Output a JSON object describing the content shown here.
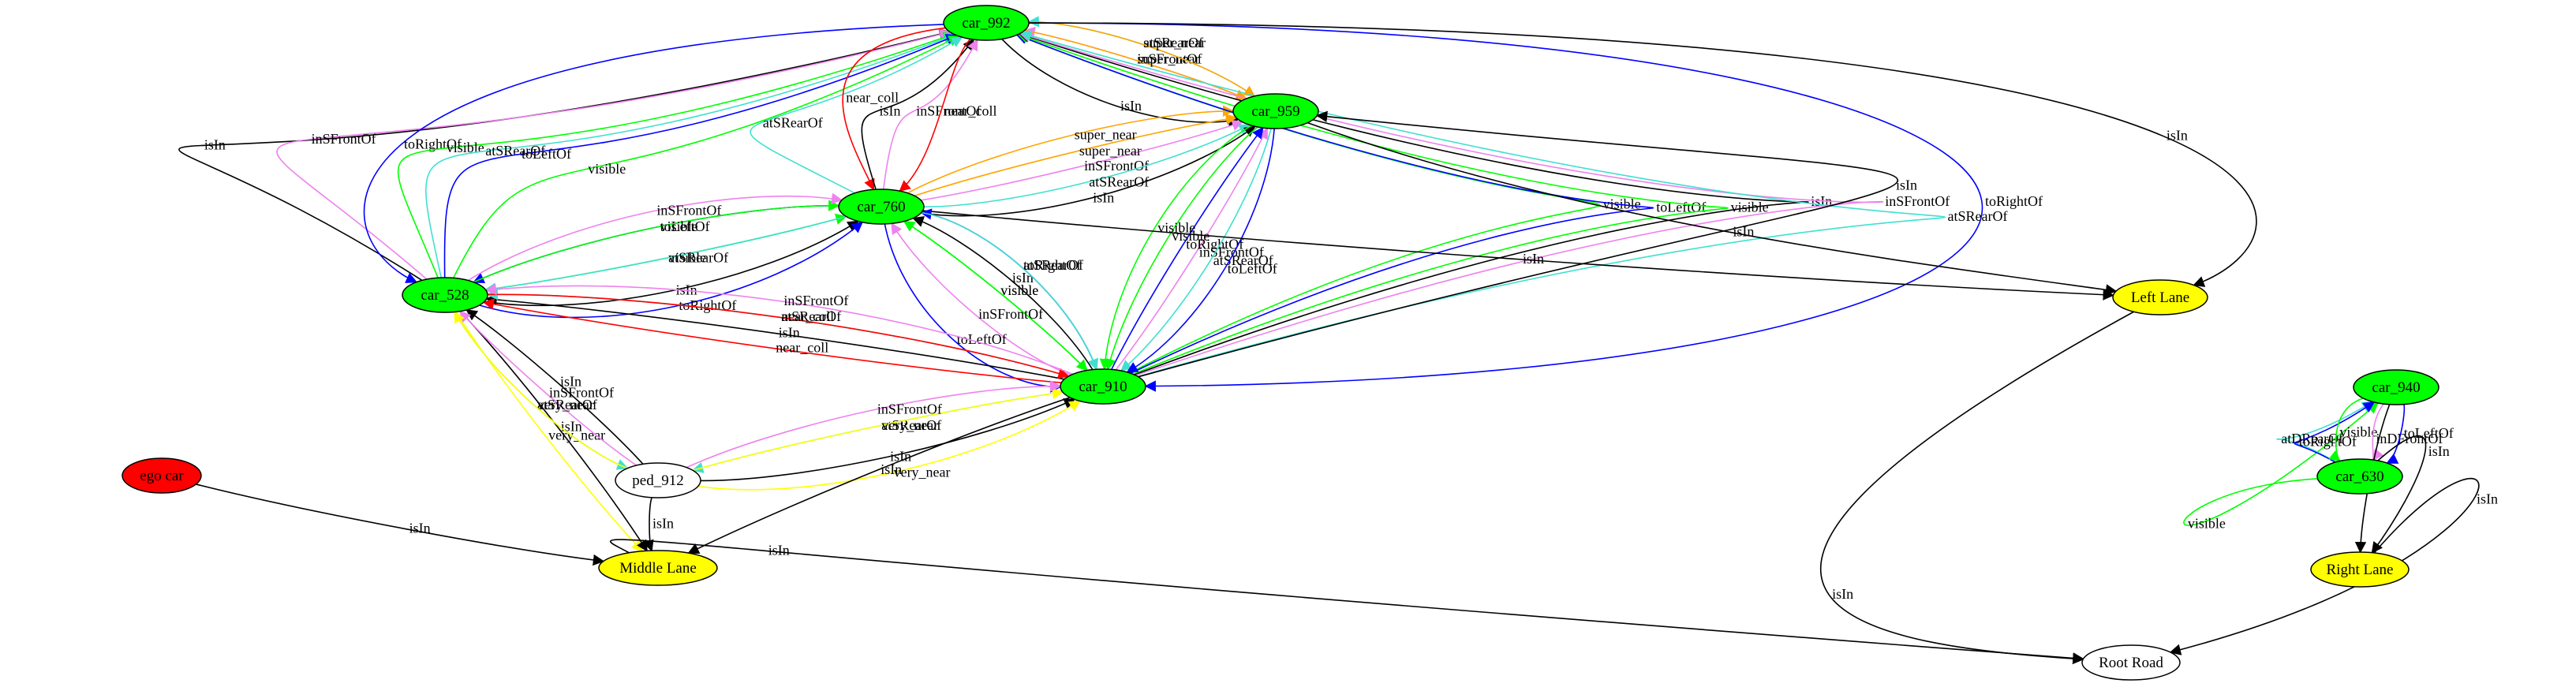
{
  "nodes": [
    {
      "id": "car_992",
      "label": "car_992",
      "fill": "#00ff00"
    },
    {
      "id": "car_959",
      "label": "car_959",
      "fill": "#00ff00"
    },
    {
      "id": "car_760",
      "label": "car_760",
      "fill": "#00ff00"
    },
    {
      "id": "car_528",
      "label": "car_528",
      "fill": "#00ff00"
    },
    {
      "id": "car_910",
      "label": "car_910",
      "fill": "#00ff00"
    },
    {
      "id": "car_940",
      "label": "car_940",
      "fill": "#00ff00"
    },
    {
      "id": "car_630",
      "label": "car_630",
      "fill": "#00ff00"
    },
    {
      "id": "ped_912",
      "label": "ped_912",
      "fill": "#ffffff"
    },
    {
      "id": "ego_car",
      "label": "ego car",
      "fill": "#ff0000"
    },
    {
      "id": "left_lane",
      "label": "Left Lane",
      "fill": "#ffff00"
    },
    {
      "id": "middle_lane",
      "label": "Middle Lane",
      "fill": "#ffff00"
    },
    {
      "id": "right_lane",
      "label": "Right Lane",
      "fill": "#ffff00"
    },
    {
      "id": "root_road",
      "label": "Root Road",
      "fill": "#ffffff"
    }
  ],
  "edges": [
    {
      "from": "car_528",
      "to": "car_992",
      "label": "isIn",
      "color": "#000000"
    },
    {
      "from": "car_528",
      "to": "car_992",
      "label": "inSFrontOf",
      "color": "#ee82ee"
    },
    {
      "from": "car_992",
      "to": "car_528",
      "label": "toRightOf",
      "color": "#0000ff"
    },
    {
      "from": "car_528",
      "to": "car_992",
      "label": "visible",
      "color": "#00ff00"
    },
    {
      "from": "car_528",
      "to": "car_992",
      "label": "atSRearOf",
      "color": "#40e0d0"
    },
    {
      "from": "car_528",
      "to": "car_992",
      "label": "toLeftOf",
      "color": "#0000ff"
    },
    {
      "from": "car_528",
      "to": "car_992",
      "label": "visible",
      "color": "#00ff00"
    },
    {
      "from": "car_760",
      "to": "car_992",
      "label": "atSRearOf",
      "color": "#40e0d0"
    },
    {
      "from": "car_992",
      "to": "car_760",
      "label": "near_coll",
      "color": "#ff0000"
    },
    {
      "from": "car_760",
      "to": "car_992",
      "label": "isIn",
      "color": "#000000"
    },
    {
      "from": "car_760",
      "to": "car_992",
      "label": "inSFrontOf",
      "color": "#ee82ee"
    },
    {
      "from": "car_992",
      "to": "car_760",
      "label": "near_coll",
      "color": "#ff0000"
    },
    {
      "from": "car_959",
      "to": "car_992",
      "label": "inSFrontOf",
      "color": "#ee82ee"
    },
    {
      "from": "car_992",
      "to": "car_959",
      "label": "super_near",
      "color": "#ffa500"
    },
    {
      "from": "car_959",
      "to": "car_992",
      "label": "atSRearOf",
      "color": "#40e0d0"
    },
    {
      "from": "car_992",
      "to": "car_959",
      "label": "super_near",
      "color": "#ffa500"
    },
    {
      "from": "car_992",
      "to": "car_959",
      "label": "isIn",
      "color": "#000000"
    },
    {
      "from": "car_760",
      "to": "car_959",
      "label": "inSFrontOf",
      "color": "#ee82ee"
    },
    {
      "from": "car_760",
      "to": "car_959",
      "label": "super_near",
      "color": "#ffa500"
    },
    {
      "from": "car_760",
      "to": "car_959",
      "label": "atSRearOf",
      "color": "#40e0d0"
    },
    {
      "from": "car_760",
      "to": "car_959",
      "label": "super_near",
      "color": "#ffa500"
    },
    {
      "from": "car_760",
      "to": "car_959",
      "label": "isIn",
      "color": "#000000"
    },
    {
      "from": "car_528",
      "to": "car_760",
      "label": "visible",
      "color": "#00ff00"
    },
    {
      "from": "car_760",
      "to": "car_528",
      "label": "atSRearOf",
      "color": "#40e0d0"
    },
    {
      "from": "car_760",
      "to": "car_528",
      "label": "toLeftOf",
      "color": "#0000ff"
    },
    {
      "from": "car_528",
      "to": "car_760",
      "label": "visible",
      "color": "#00ff00"
    },
    {
      "from": "car_528",
      "to": "car_760",
      "label": "isIn",
      "color": "#000000"
    },
    {
      "from": "car_528",
      "to": "car_760",
      "label": "inSFrontOf",
      "color": "#ee82ee"
    },
    {
      "from": "car_528",
      "to": "car_760",
      "label": "toRightOf",
      "color": "#0000ff"
    },
    {
      "from": "car_910",
      "to": "car_992",
      "label": "visible",
      "color": "#00ff00"
    },
    {
      "from": "car_910",
      "to": "car_992",
      "label": "toLeftOf",
      "color": "#0000ff"
    },
    {
      "from": "car_910",
      "to": "car_992",
      "label": "visible",
      "color": "#00ff00"
    },
    {
      "from": "car_910",
      "to": "car_992",
      "label": "isIn",
      "color": "#000000"
    },
    {
      "from": "car_910",
      "to": "car_992",
      "label": "inSFrontOf",
      "color": "#ee82ee"
    },
    {
      "from": "car_992",
      "to": "car_910",
      "label": "toRightOf",
      "color": "#0000ff"
    },
    {
      "from": "car_992",
      "to": "left_lane",
      "label": "isIn",
      "color": "#000000"
    },
    {
      "from": "car_910",
      "to": "car_992",
      "label": "atSRearOf",
      "color": "#40e0d0"
    },
    {
      "from": "car_910",
      "to": "car_959",
      "label": "inSFrontOf",
      "color": "#ee82ee"
    },
    {
      "from": "car_910",
      "to": "car_959",
      "label": "toRightOf",
      "color": "#0000ff"
    },
    {
      "from": "car_959",
      "to": "car_910",
      "label": "visible",
      "color": "#00ff00"
    },
    {
      "from": "car_959",
      "to": "car_910",
      "label": "atSRearOf",
      "color": "#40e0d0"
    },
    {
      "from": "car_959",
      "to": "car_910",
      "label": "visible",
      "color": "#00ff00"
    },
    {
      "from": "car_959",
      "to": "car_910",
      "label": "toLeftOf",
      "color": "#0000ff"
    },
    {
      "from": "car_910",
      "to": "car_959",
      "label": "isIn",
      "color": "#000000"
    },
    {
      "from": "car_959",
      "to": "left_lane",
      "label": "isIn",
      "color": "#000000"
    },
    {
      "from": "car_760",
      "to": "left_lane",
      "label": "isIn",
      "color": "#000000"
    },
    {
      "from": "car_910",
      "to": "car_760",
      "label": "visible",
      "color": "#00ff00"
    },
    {
      "from": "car_760",
      "to": "car_910",
      "label": "visible",
      "color": "#00ff00"
    },
    {
      "from": "car_910",
      "to": "car_760",
      "label": "isIn",
      "color": "#000000"
    },
    {
      "from": "car_910",
      "to": "car_760",
      "label": "inSFrontOf",
      "color": "#ee82ee"
    },
    {
      "from": "car_910",
      "to": "car_760",
      "label": "toRightOf",
      "color": "#0000ff"
    },
    {
      "from": "car_760",
      "to": "car_910",
      "label": "atSRearOf",
      "color": "#40e0d0"
    },
    {
      "from": "car_760",
      "to": "car_910",
      "label": "toLeftOf",
      "color": "#0000ff"
    },
    {
      "from": "car_910",
      "to": "car_528",
      "label": "isIn",
      "color": "#000000"
    },
    {
      "from": "car_910",
      "to": "car_528",
      "label": "near_coll",
      "color": "#ff0000"
    },
    {
      "from": "car_910",
      "to": "car_528",
      "label": "atSRearOf",
      "color": "#40e0d0"
    },
    {
      "from": "car_528",
      "to": "car_910",
      "label": "near_coll",
      "color": "#ff0000"
    },
    {
      "from": "car_910",
      "to": "car_528",
      "label": "inSFrontOf",
      "color": "#ee82ee"
    },
    {
      "from": "car_528",
      "to": "middle_lane",
      "label": "very_near",
      "color": "#ffff00"
    },
    {
      "from": "car_528",
      "to": "middle_lane",
      "label": "isIn",
      "color": "#000000"
    },
    {
      "from": "ped_912",
      "to": "car_528",
      "label": "isIn",
      "color": "#000000"
    },
    {
      "from": "ped_912",
      "to": "car_528",
      "label": "inSFrontOf",
      "color": "#ee82ee"
    },
    {
      "from": "car_528",
      "to": "ped_912",
      "label": "atSRearOf",
      "color": "#40e0d0"
    },
    {
      "from": "ped_912",
      "to": "car_528",
      "label": "very_near",
      "color": "#ffff00"
    },
    {
      "from": "car_910",
      "to": "ped_912",
      "label": "atSRearOf",
      "color": "#40e0d0"
    },
    {
      "from": "ped_912",
      "to": "car_910",
      "label": "very_near",
      "color": "#ffff00"
    },
    {
      "from": "ped_912",
      "to": "car_910",
      "label": "isIn",
      "color": "#000000"
    },
    {
      "from": "ped_912",
      "to": "car_910",
      "label": "inSFrontOf",
      "color": "#ee82ee"
    },
    {
      "from": "ped_912",
      "to": "car_910",
      "label": "very_near",
      "color": "#ffff00"
    },
    {
      "from": "car_910",
      "to": "middle_lane",
      "label": "isIn",
      "color": "#000000"
    },
    {
      "from": "ped_912",
      "to": "middle_lane",
      "label": "isIn",
      "color": "#000000"
    },
    {
      "from": "ego_car",
      "to": "middle_lane",
      "label": "isIn",
      "color": "#000000"
    },
    {
      "from": "middle_lane",
      "to": "root_road",
      "label": "isIn",
      "color": "#000000"
    },
    {
      "from": "left_lane",
      "to": "root_road",
      "label": "isIn",
      "color": "#000000"
    },
    {
      "from": "car_630",
      "to": "car_940",
      "label": "visible",
      "color": "#00ff00"
    },
    {
      "from": "car_630",
      "to": "car_940",
      "label": "atDRearOf",
      "color": "#40e0d0"
    },
    {
      "from": "car_630",
      "to": "car_940",
      "label": "toRightOf",
      "color": "#0000ff"
    },
    {
      "from": "car_940",
      "to": "car_630",
      "label": "visible",
      "color": "#00ff00"
    },
    {
      "from": "car_940",
      "to": "car_630",
      "label": "inDFrontOf",
      "color": "#ee82ee"
    },
    {
      "from": "car_940",
      "to": "car_630",
      "label": "toLeftOf",
      "color": "#0000ff"
    },
    {
      "from": "car_630",
      "to": "right_lane",
      "label": "isIn",
      "color": "#000000"
    },
    {
      "from": "car_940",
      "to": "right_lane",
      "label": "isIn",
      "color": "#000000"
    },
    {
      "from": "right_lane",
      "to": "root_road",
      "label": "isIn",
      "color": "#000000"
    }
  ]
}
